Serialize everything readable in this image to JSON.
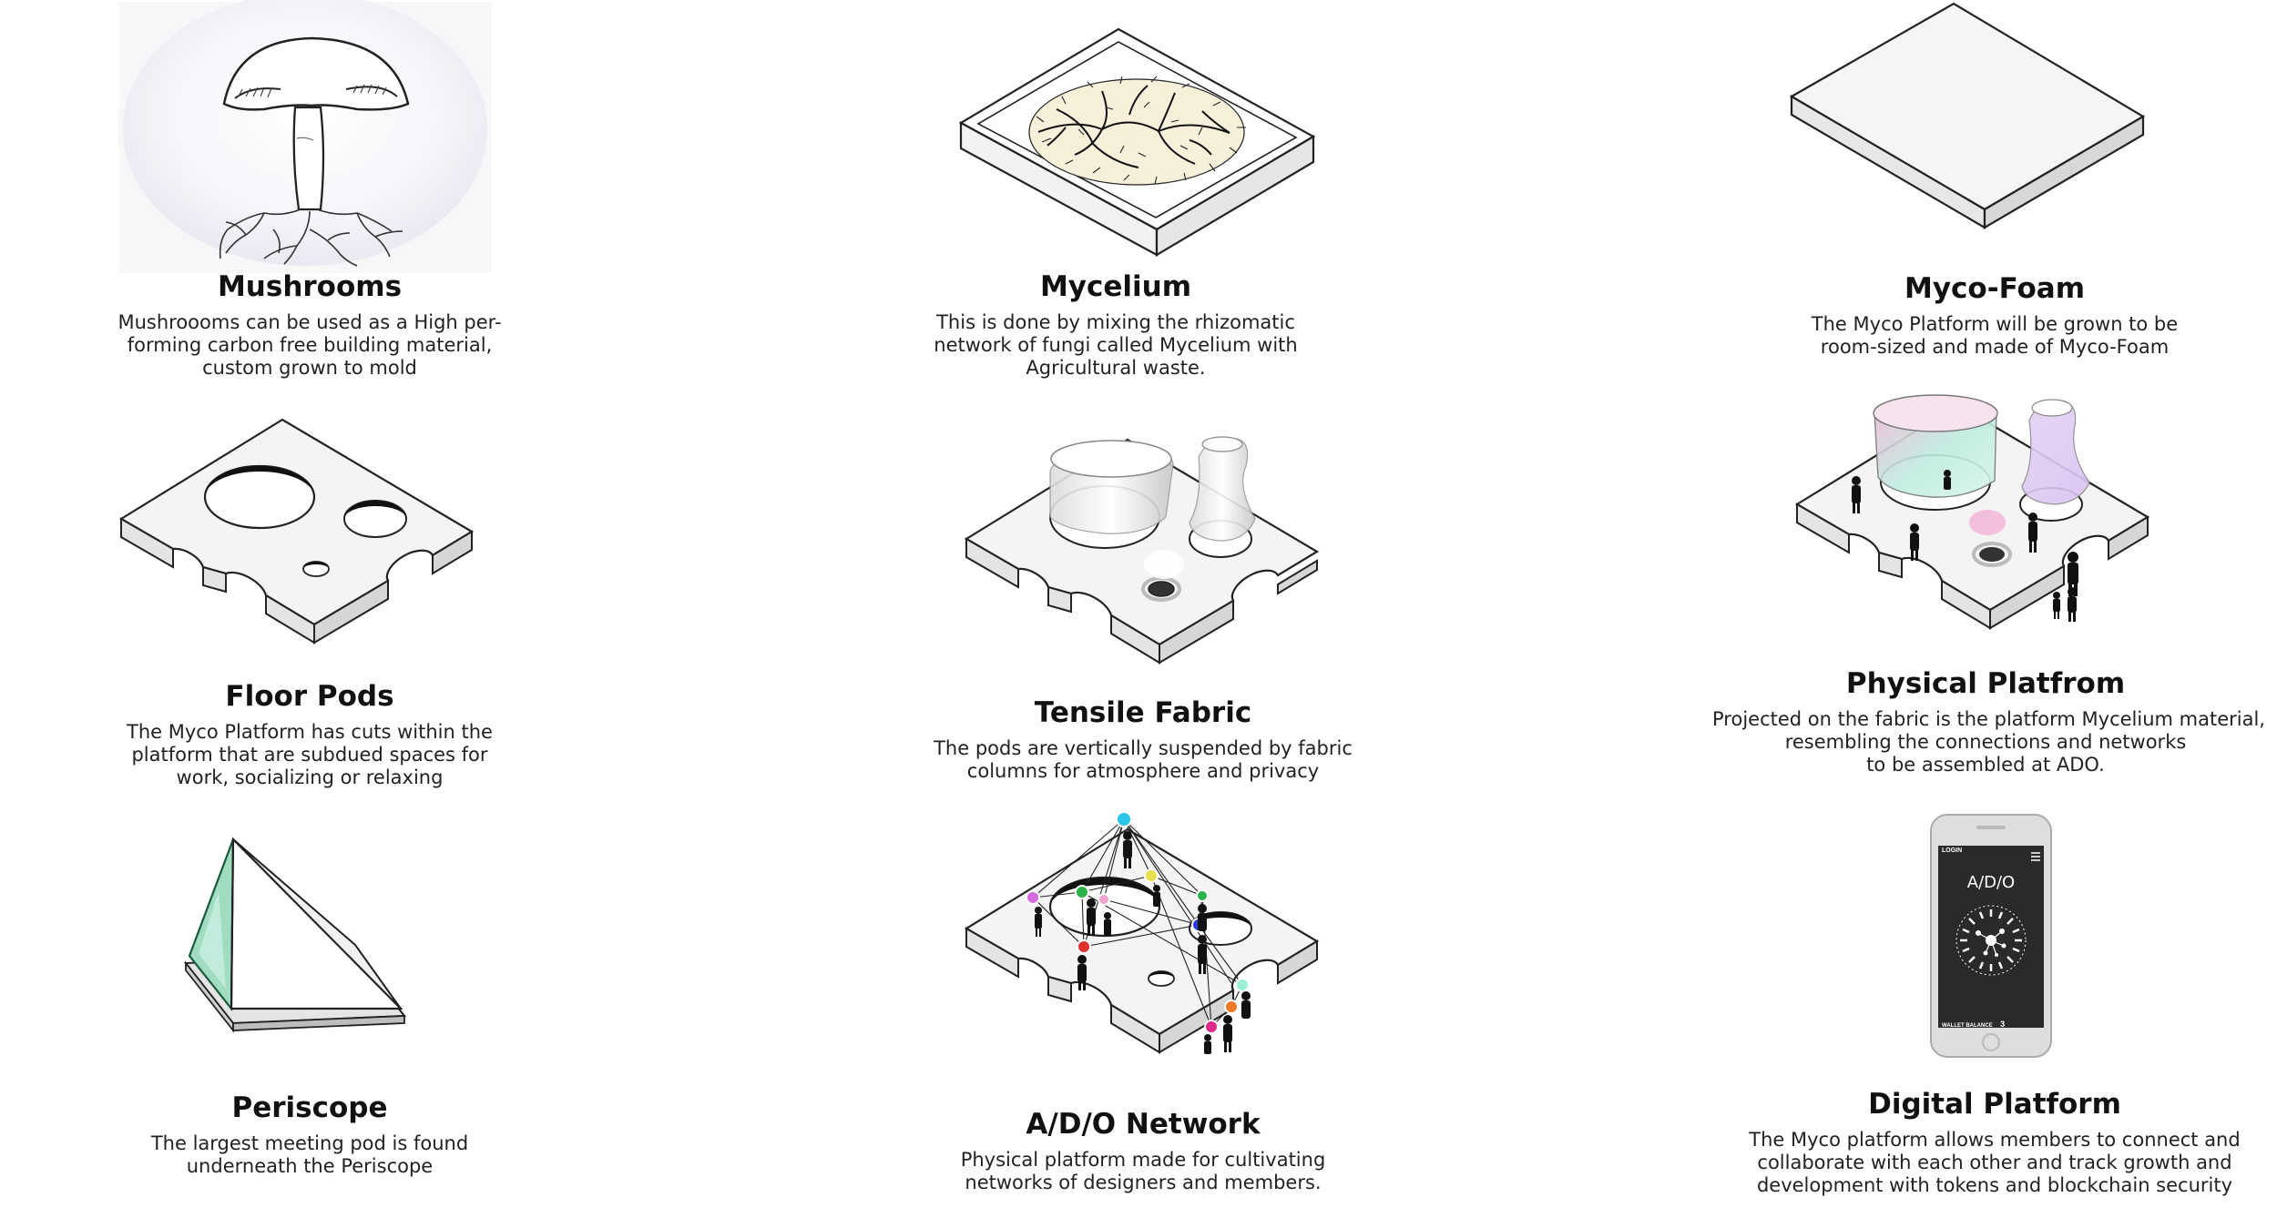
{
  "panels": {
    "mushrooms": {
      "title": "Mushrooms",
      "lines": [
        "Mushroooms can be used as a High per-",
        "forming carbon free building material,",
        "custom grown to mold"
      ]
    },
    "mycelium": {
      "title": "Mycelium",
      "lines": [
        "This is done by mixing the rhizomatic",
        "network of fungi called Mycelium with",
        "Agricultural waste."
      ]
    },
    "myco_foam": {
      "title": "Myco-Foam",
      "lines": [
        "The Myco Platform will be grown to be",
        "room-sized and made of Myco-Foam"
      ]
    },
    "floor_pods": {
      "title": "Floor Pods",
      "lines": [
        "The Myco Platform has cuts within the",
        "platform that are subdued spaces for",
        "work, socializing or relaxing"
      ]
    },
    "tensile_fabric": {
      "title": "Tensile Fabric",
      "lines": [
        "The pods are vertically suspended by fabric",
        "columns for atmosphere and privacy"
      ]
    },
    "physical_platform": {
      "title": "Physical Platfrom",
      "lines": [
        "Projected on the fabric is the platform Mycelium material,",
        "resembling the connections and networks",
        "to be assembled at ADO."
      ]
    },
    "periscope": {
      "title": "Periscope",
      "lines": [
        "The largest meeting pod is found",
        "underneath the Periscope"
      ]
    },
    "ado_network": {
      "title": "A/D/O Network",
      "lines": [
        "Physical platform made for cultivating",
        "networks of designers and members."
      ]
    },
    "digital_platform": {
      "title": "Digital Platform",
      "lines": [
        "The Myco platform allows members to connect and",
        "collaborate with each other and track growth and",
        "development with tokens and blockchain security"
      ]
    }
  },
  "phone": {
    "login": "LOGIN",
    "logo": "A/D/O",
    "wallet_label": "WALLET BALANCE",
    "wallet_value": "3"
  },
  "colors": {
    "stroke": "#222222",
    "platform_top": "#f4f4f4",
    "platform_side": "#e2e2e2",
    "periscope_glass": "#9fdcc0",
    "pod_pink": "#f2b5d8",
    "pod_lilac": "#d9c2f0",
    "pod_mint": "#bfeee0",
    "node_colors": [
      "#29c6e8",
      "#e8e04a",
      "#d46be0",
      "#2bb34a",
      "#e03030",
      "#2a3fd6",
      "#9df0d8",
      "#f07a2a",
      "#e02a8a"
    ]
  },
  "icons": {
    "mushroom": "mushroom-illustration",
    "mycelium": "mycelium-tray-illustration",
    "foam": "foam-slab-illustration",
    "pods": "platform-with-holes-illustration",
    "fabric": "fabric-columns-illustration",
    "physical": "physical-platform-illustration",
    "periscope": "periscope-illustration",
    "network": "network-platform-illustration",
    "phone": "phone-app-illustration"
  }
}
